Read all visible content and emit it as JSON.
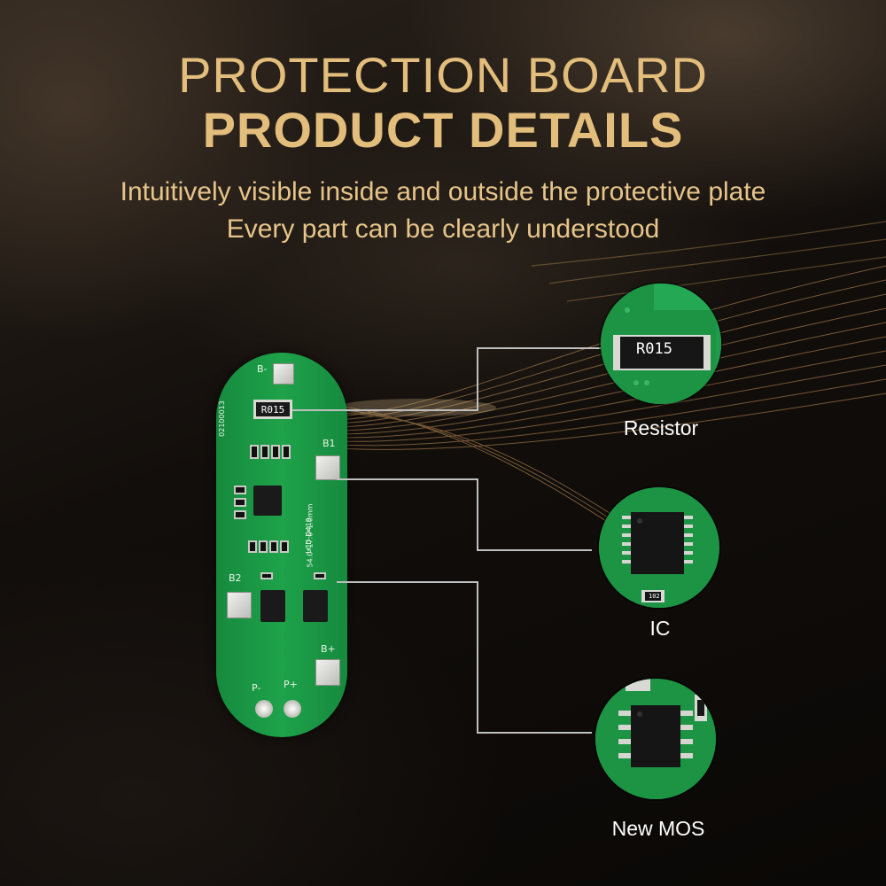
{
  "header": {
    "title_line1": "PROTECTION BOARD",
    "title_line2": "PRODUCT DETAILS",
    "subtitle_line1": "Intuitively visible inside and outside the protective plate",
    "subtitle_line2": "Every part can be clearly understood"
  },
  "board": {
    "resistor_marking": "R015",
    "silk_b_minus": "B-",
    "silk_b1": "B1",
    "silk_b2": "B2",
    "silk_b_plus": "B+",
    "silk_p_minus": "P-",
    "silk_p_plus": "P+",
    "silk_serial": "02100013",
    "silk_model": "LCD-D419",
    "silk_dims": "54.0*17.6*1.0mm"
  },
  "callouts": [
    {
      "label": "Resistor",
      "detail_text": "R015"
    },
    {
      "label": "IC",
      "detail_text": "102"
    },
    {
      "label": "New MOS",
      "detail_text": ""
    }
  ],
  "colors": {
    "title_gold": "#e2bd7c",
    "pcb_green": "#1ea24a",
    "callout_line": "#bfbfbf",
    "label_white": "#ffffff"
  }
}
